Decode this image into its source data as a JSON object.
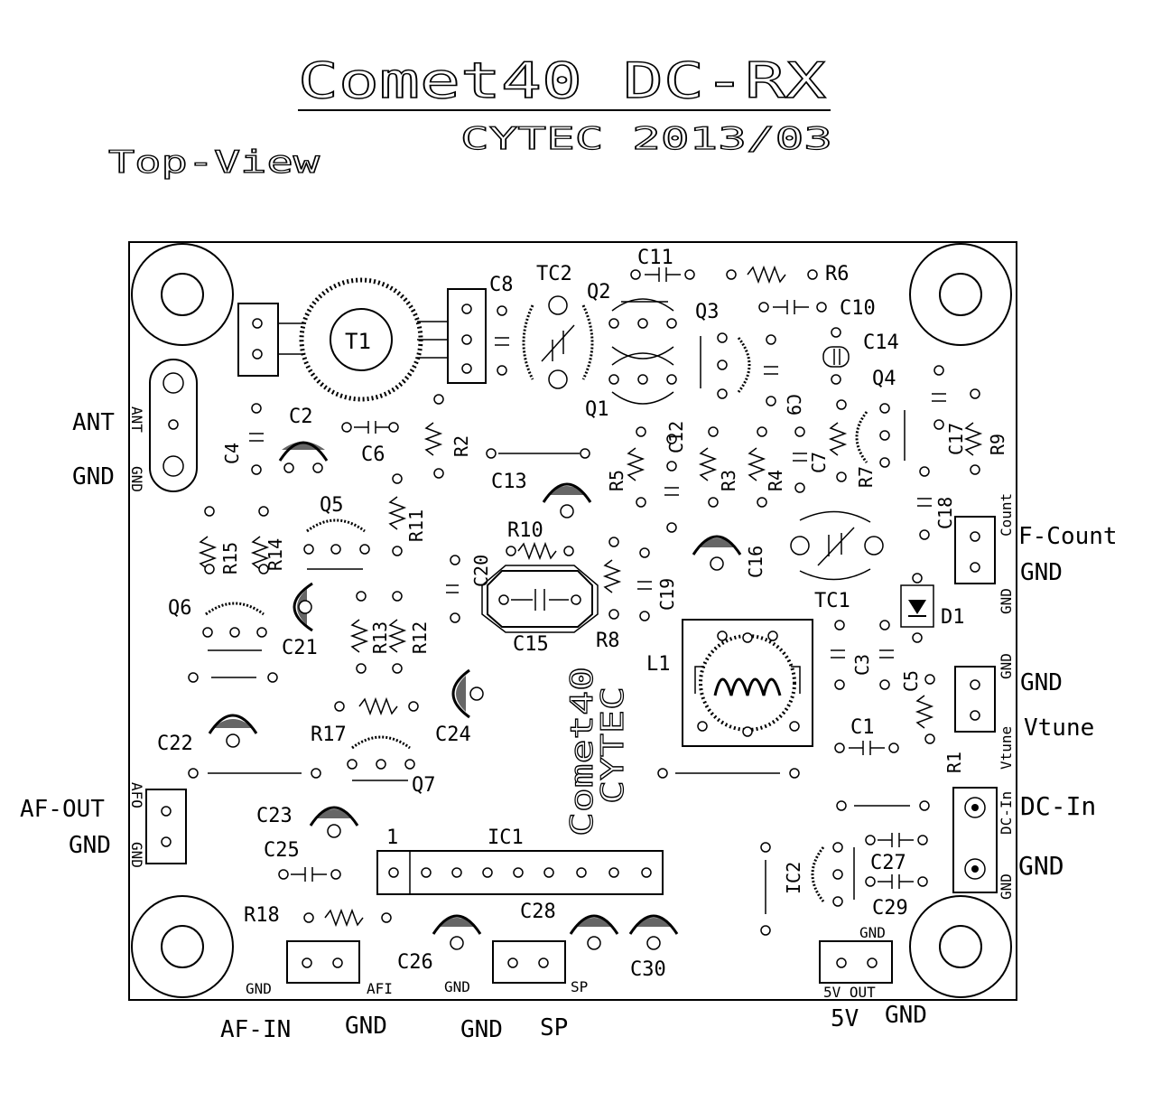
{
  "title": "Comet40 DC-RX",
  "subtitle": "CYTEC  2013/03",
  "view_label": "Top-View",
  "board_text": [
    "Comet40",
    "CYTEC"
  ],
  "outside_labels": {
    "ant": "ANT",
    "ant_gnd": "GND",
    "af_out": "AF-OUT",
    "af_out_gnd": "GND",
    "f_count": "F-Count",
    "f_count_gnd": "GND",
    "vtune_gnd": "GND",
    "vtune": "Vtune",
    "dc_in": "DC-In",
    "dc_in_gnd": "GND",
    "af_in": "AF-IN",
    "af_in_gnd": "GND",
    "sp_gnd": "GND",
    "sp": "SP",
    "v5": "5V",
    "v5_gnd": "GND"
  },
  "silk_labels": {
    "ant": "ANT",
    "gnd_ant": "GND",
    "afo": "AFO",
    "gnd_afo": "GND",
    "f_count": "Count",
    "gnd_f": "GND",
    "vtune_gnd": "GND",
    "vtune": "Vtune",
    "dc_in": "DC-In",
    "gnd_dc": "GND",
    "af_in_gnd": "GND",
    "afi": "AFI",
    "sp_gnd": "GND",
    "sp": "SP",
    "v5out": "5V OUT",
    "gnd_5v": "GND"
  },
  "parts": {
    "t1": "T1",
    "tc2": "TC2",
    "c8": "C8",
    "c11": "C11",
    "r6": "R6",
    "q2": "Q2",
    "q3": "Q3",
    "c10": "C10",
    "c14": "C14",
    "c9": "C9",
    "q1": "Q1",
    "q4": "Q4",
    "c17": "C17",
    "r9": "R9",
    "c4": "C4",
    "c2": "C2",
    "c6": "C6",
    "r2": "R2",
    "c12": "C12",
    "r5": "R5",
    "r3": "R3",
    "r4": "R4",
    "c7": "C7",
    "r7": "R7",
    "c13": "C13",
    "c18": "C18",
    "q5": "Q5",
    "r11": "R11",
    "r15": "R15",
    "r14": "R14",
    "r10": "R10",
    "c20": "C20",
    "c16": "C16",
    "c19": "C19",
    "tc1": "TC1",
    "q6": "Q6",
    "c21": "C21",
    "r13": "R13",
    "r12": "R12",
    "c15": "C15",
    "r8": "R8",
    "d1": "D1",
    "l1": "L1",
    "c3": "C3",
    "c5": "C5",
    "c24": "C24",
    "r17": "R17",
    "c22": "C22",
    "c1": "C1",
    "r1": "R1",
    "q7": "Q7",
    "c23": "C23",
    "c25": "C25",
    "ic1": "IC1",
    "ic1_pin": "1",
    "ic2": "IC2",
    "c27": "C27",
    "c29": "C29",
    "r18": "R18",
    "c26": "C26",
    "c28": "C28",
    "c30": "C30"
  }
}
